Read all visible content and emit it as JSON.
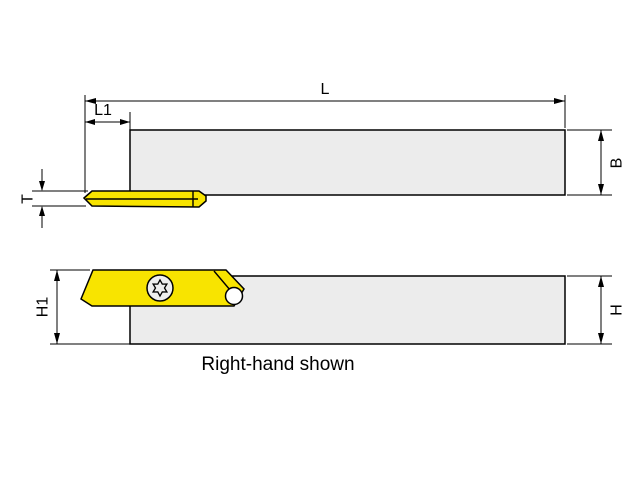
{
  "caption": "Right-hand shown",
  "labels": {
    "L": "L",
    "L1": "L1",
    "B": "B",
    "T": "T",
    "H1": "H1",
    "H": "H"
  },
  "colors": {
    "insert": "#f8e400",
    "body": "#ececec",
    "screw": "#eeeeee",
    "insert_nose": "#ffffff",
    "line": "#000000",
    "background": "#ffffff"
  }
}
